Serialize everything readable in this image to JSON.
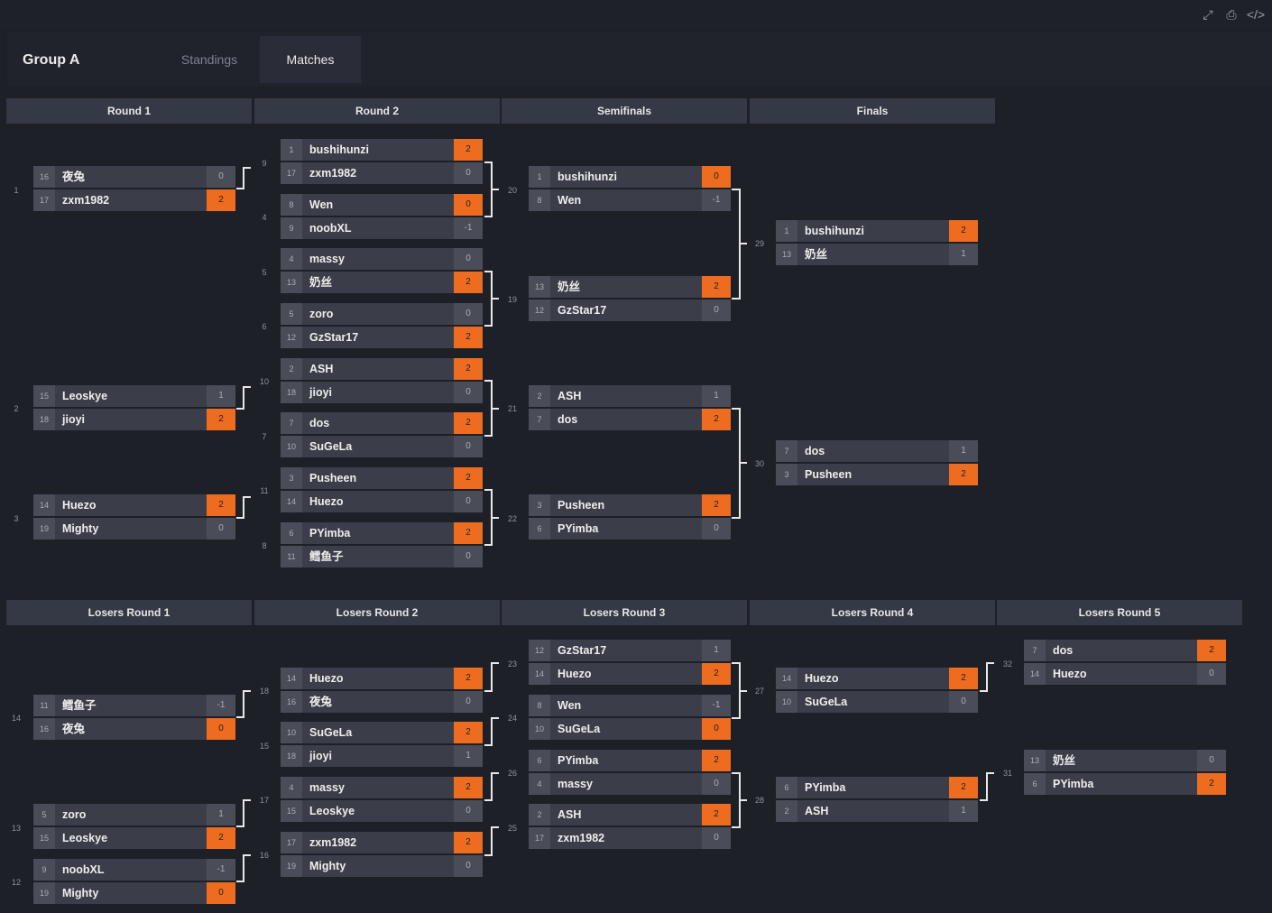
{
  "toolbar": {
    "icons": [
      "fullscreen-icon",
      "print-icon",
      "code-icon"
    ]
  },
  "header": {
    "title": "Group A",
    "tabs": [
      "Standings",
      "Matches"
    ],
    "active_tab": "Matches"
  },
  "colors": {
    "background": "#1e2028",
    "slot": "#3b3e49",
    "winner_accent": "#ee6c1f"
  },
  "winners_rounds": [
    "Round 1",
    "Round 2",
    "Semifinals",
    "Finals"
  ],
  "losers_rounds": [
    "Losers Round 1",
    "Losers Round 2",
    "Losers Round 3",
    "Losers Round 4",
    "Losers Round 5"
  ],
  "winners_matches": [
    {
      "id": "1",
      "p1": {
        "seed": "16",
        "name": "夜兔",
        "score": "0"
      },
      "p2": {
        "seed": "17",
        "name": "zxm1982",
        "score": "2"
      },
      "winner": 2
    },
    {
      "id": "2",
      "p1": {
        "seed": "15",
        "name": "Leoskye",
        "score": "1"
      },
      "p2": {
        "seed": "18",
        "name": "jioyi",
        "score": "2"
      },
      "winner": 2
    },
    {
      "id": "3",
      "p1": {
        "seed": "14",
        "name": "Huezo",
        "score": "2"
      },
      "p2": {
        "seed": "19",
        "name": "Mighty",
        "score": "0"
      },
      "winner": 1
    },
    {
      "id": "9",
      "p1": {
        "seed": "1",
        "name": "bushihunzi",
        "score": "2"
      },
      "p2": {
        "seed": "17",
        "name": "zxm1982",
        "score": "0"
      },
      "winner": 1
    },
    {
      "id": "4",
      "p1": {
        "seed": "8",
        "name": "Wen",
        "score": "0"
      },
      "p2": {
        "seed": "9",
        "name": "noobXL",
        "score": "-1"
      },
      "winner": 1
    },
    {
      "id": "5",
      "p1": {
        "seed": "4",
        "name": "massy",
        "score": "0"
      },
      "p2": {
        "seed": "13",
        "name": "奶丝",
        "score": "2"
      },
      "winner": 2
    },
    {
      "id": "6",
      "p1": {
        "seed": "5",
        "name": "zoro",
        "score": "0"
      },
      "p2": {
        "seed": "12",
        "name": "GzStar17",
        "score": "2"
      },
      "winner": 2
    },
    {
      "id": "10",
      "p1": {
        "seed": "2",
        "name": "ASH",
        "score": "2"
      },
      "p2": {
        "seed": "18",
        "name": "jioyi",
        "score": "0"
      },
      "winner": 1
    },
    {
      "id": "7",
      "p1": {
        "seed": "7",
        "name": "dos",
        "score": "2"
      },
      "p2": {
        "seed": "10",
        "name": "SuGeLa",
        "score": "0"
      },
      "winner": 1
    },
    {
      "id": "11",
      "p1": {
        "seed": "3",
        "name": "Pusheen",
        "score": "2"
      },
      "p2": {
        "seed": "14",
        "name": "Huezo",
        "score": "0"
      },
      "winner": 1
    },
    {
      "id": "8",
      "p1": {
        "seed": "6",
        "name": "PYimba",
        "score": "2"
      },
      "p2": {
        "seed": "11",
        "name": "鳕鱼子",
        "score": "0"
      },
      "winner": 1
    },
    {
      "id": "20",
      "p1": {
        "seed": "1",
        "name": "bushihunzi",
        "score": "0"
      },
      "p2": {
        "seed": "8",
        "name": "Wen",
        "score": "-1"
      },
      "winner": 1
    },
    {
      "id": "19",
      "p1": {
        "seed": "13",
        "name": "奶丝",
        "score": "2"
      },
      "p2": {
        "seed": "12",
        "name": "GzStar17",
        "score": "0"
      },
      "winner": 1
    },
    {
      "id": "21",
      "p1": {
        "seed": "2",
        "name": "ASH",
        "score": "1"
      },
      "p2": {
        "seed": "7",
        "name": "dos",
        "score": "2"
      },
      "winner": 2
    },
    {
      "id": "22",
      "p1": {
        "seed": "3",
        "name": "Pusheen",
        "score": "2"
      },
      "p2": {
        "seed": "6",
        "name": "PYimba",
        "score": "0"
      },
      "winner": 1
    },
    {
      "id": "29",
      "p1": {
        "seed": "1",
        "name": "bushihunzi",
        "score": "2"
      },
      "p2": {
        "seed": "13",
        "name": "奶丝",
        "score": "1"
      },
      "winner": 1
    },
    {
      "id": "30",
      "p1": {
        "seed": "7",
        "name": "dos",
        "score": "1"
      },
      "p2": {
        "seed": "3",
        "name": "Pusheen",
        "score": "2"
      },
      "winner": 2
    }
  ],
  "losers_matches": [
    {
      "id": "14",
      "p1": {
        "seed": "11",
        "name": "鳕鱼子",
        "score": "-1"
      },
      "p2": {
        "seed": "16",
        "name": "夜兔",
        "score": "0"
      },
      "winner": 2
    },
    {
      "id": "13",
      "p1": {
        "seed": "5",
        "name": "zoro",
        "score": "1"
      },
      "p2": {
        "seed": "15",
        "name": "Leoskye",
        "score": "2"
      },
      "winner": 2
    },
    {
      "id": "12",
      "p1": {
        "seed": "9",
        "name": "noobXL",
        "score": "-1"
      },
      "p2": {
        "seed": "19",
        "name": "Mighty",
        "score": "0"
      },
      "winner": 2
    },
    {
      "id": "18",
      "p1": {
        "seed": "14",
        "name": "Huezo",
        "score": "2"
      },
      "p2": {
        "seed": "16",
        "name": "夜兔",
        "score": "0"
      },
      "winner": 1
    },
    {
      "id": "15",
      "p1": {
        "seed": "10",
        "name": "SuGeLa",
        "score": "2"
      },
      "p2": {
        "seed": "18",
        "name": "jioyi",
        "score": "1"
      },
      "winner": 1
    },
    {
      "id": "17",
      "p1": {
        "seed": "4",
        "name": "massy",
        "score": "2"
      },
      "p2": {
        "seed": "15",
        "name": "Leoskye",
        "score": "0"
      },
      "winner": 1
    },
    {
      "id": "16",
      "p1": {
        "seed": "17",
        "name": "zxm1982",
        "score": "2"
      },
      "p2": {
        "seed": "19",
        "name": "Mighty",
        "score": "0"
      },
      "winner": 1
    },
    {
      "id": "23",
      "p1": {
        "seed": "12",
        "name": "GzStar17",
        "score": "1"
      },
      "p2": {
        "seed": "14",
        "name": "Huezo",
        "score": "2"
      },
      "winner": 2
    },
    {
      "id": "24",
      "p1": {
        "seed": "8",
        "name": "Wen",
        "score": "-1"
      },
      "p2": {
        "seed": "10",
        "name": "SuGeLa",
        "score": "0"
      },
      "winner": 2
    },
    {
      "id": "26",
      "p1": {
        "seed": "6",
        "name": "PYimba",
        "score": "2"
      },
      "p2": {
        "seed": "4",
        "name": "massy",
        "score": "0"
      },
      "winner": 1
    },
    {
      "id": "25",
      "p1": {
        "seed": "2",
        "name": "ASH",
        "score": "2"
      },
      "p2": {
        "seed": "17",
        "name": "zxm1982",
        "score": "0"
      },
      "winner": 1
    },
    {
      "id": "27",
      "p1": {
        "seed": "14",
        "name": "Huezo",
        "score": "2"
      },
      "p2": {
        "seed": "10",
        "name": "SuGeLa",
        "score": "0"
      },
      "winner": 1
    },
    {
      "id": "28",
      "p1": {
        "seed": "6",
        "name": "PYimba",
        "score": "2"
      },
      "p2": {
        "seed": "2",
        "name": "ASH",
        "score": "1"
      },
      "winner": 1
    },
    {
      "id": "32",
      "p1": {
        "seed": "7",
        "name": "dos",
        "score": "2"
      },
      "p2": {
        "seed": "14",
        "name": "Huezo",
        "score": "0"
      },
      "winner": 1
    },
    {
      "id": "31",
      "p1": {
        "seed": "13",
        "name": "奶丝",
        "score": "0"
      },
      "p2": {
        "seed": "6",
        "name": "PYimba",
        "score": "2"
      },
      "winner": 2
    }
  ]
}
